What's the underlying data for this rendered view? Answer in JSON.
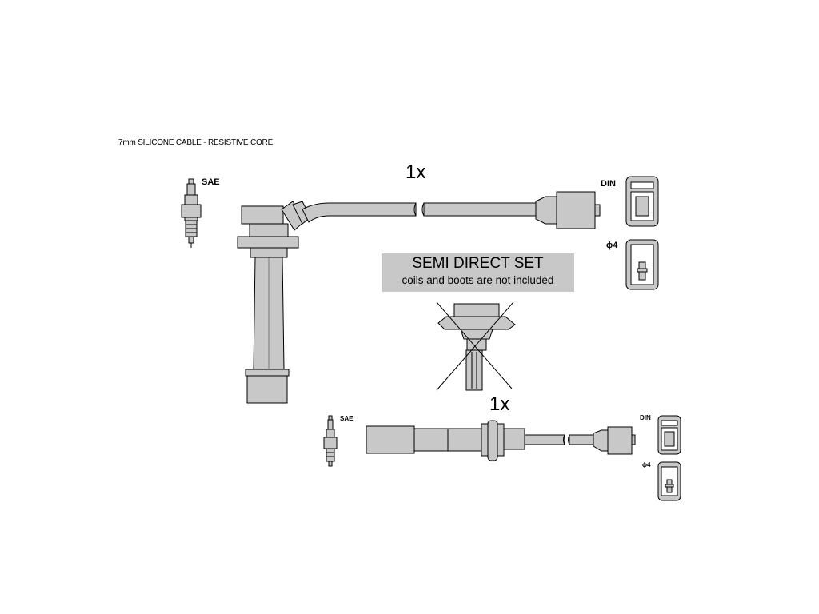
{
  "header": {
    "cable_spec": "7mm SILICONE CABLE - RESISTIVE CORE"
  },
  "top_lead": {
    "quantity": "1x",
    "plug_standard": "SAE",
    "terminal_standard": "DIN",
    "terminal_alt": "ϕ4"
  },
  "bottom_lead": {
    "quantity": "1x",
    "plug_standard": "SAE",
    "terminal_standard": "DIN",
    "terminal_alt": "ϕ4"
  },
  "notice": {
    "title": "SEMI DIRECT SET",
    "subtitle": "coils and boots are not included"
  },
  "colors": {
    "fill": "#c8c8c8",
    "stroke": "#000000",
    "background": "#ffffff"
  }
}
